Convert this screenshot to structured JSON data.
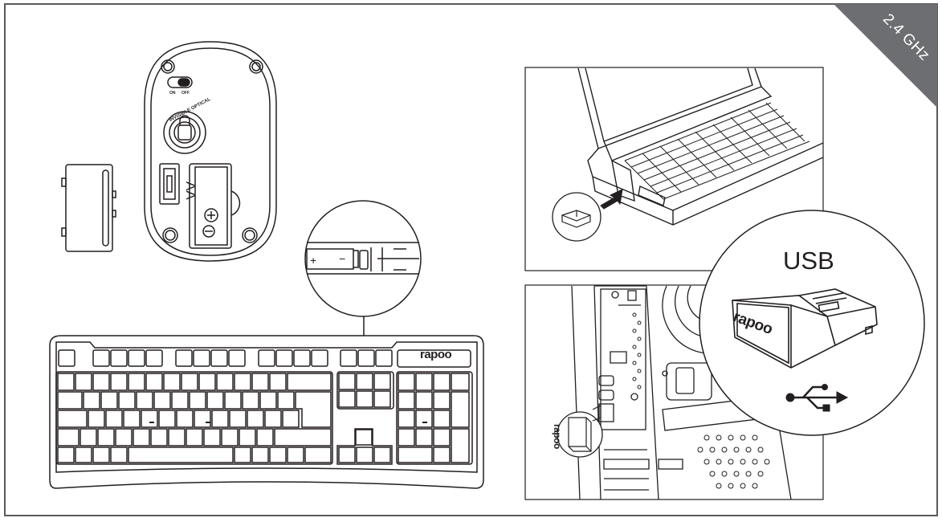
{
  "badge": {
    "frequency": "2.4 GHz"
  },
  "mouse": {
    "switch_on": "ON",
    "switch_off": "OFF",
    "sensor_label": "INVISIBLE OPTICAL",
    "battery_label": "AA",
    "polarity_plus": "+",
    "polarity_minus": "−"
  },
  "keyboard": {
    "brand": "rapoo",
    "battery_plus": "+",
    "battery_minus": "−"
  },
  "receiver": {
    "interface_label": "USB",
    "brand": "rapoo"
  },
  "colors": {
    "line": "#231f20",
    "badge": "#6d6e71",
    "frame": "#58595b",
    "background": "#ffffff"
  }
}
